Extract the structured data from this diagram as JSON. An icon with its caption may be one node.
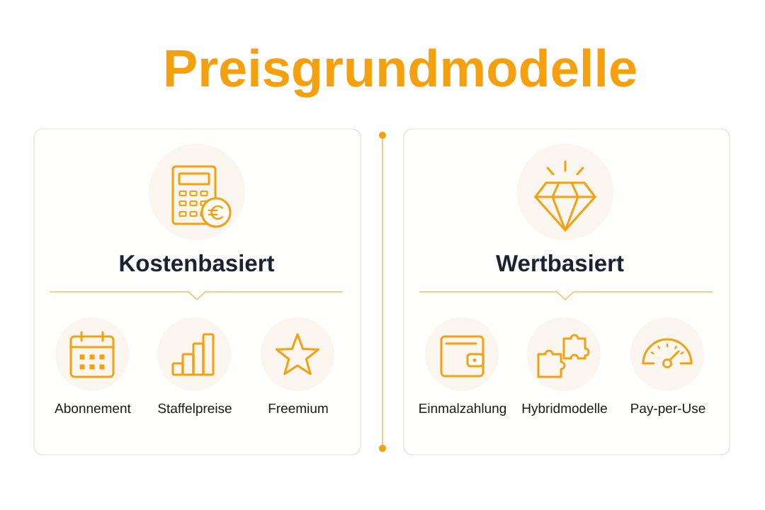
{
  "diagram": {
    "title": "Preisgrundmodelle",
    "nodes": [
      {
        "text": [
          "Kostenbasiert"
        ]
      },
      {
        "text": [
          "Abonnement"
        ],
        "in": 0
      },
      {
        "text": [
          "Staffelpreise"
        ],
        "in": 0
      },
      {
        "text": [
          "Freemium"
        ],
        "in": 0
      },
      {
        "text": [
          "Wertbasiert"
        ]
      },
      {
        "text": [
          "Einmalzahlung"
        ],
        "in": 4
      },
      {
        "text": [
          "Hybridmodelle"
        ],
        "in": 4
      },
      {
        "text": [
          "Pay-per-Use"
        ],
        "in": 4
      }
    ]
  }
}
